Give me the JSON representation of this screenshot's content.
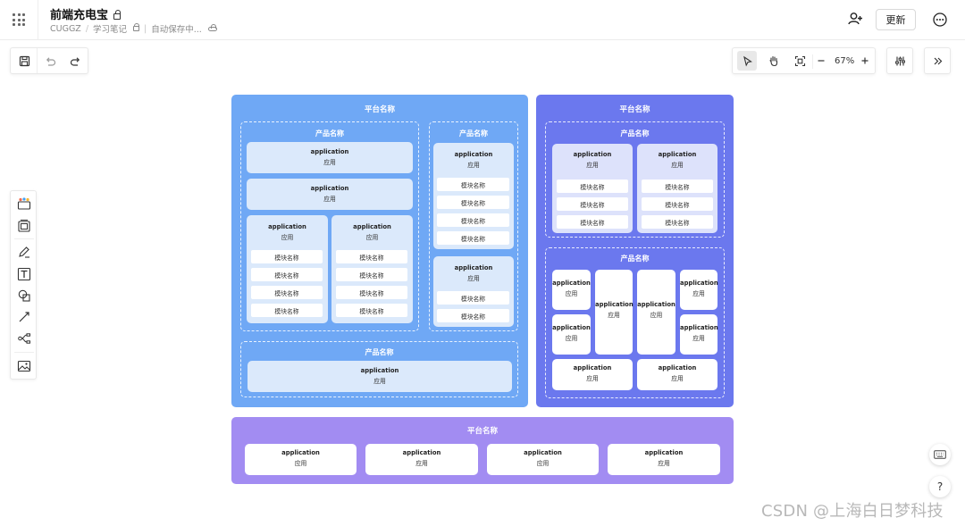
{
  "header": {
    "title": "前端充电宝",
    "breadcrumb": {
      "team": "CUGGZ",
      "folder": "学习笔记",
      "save_status": "自动保存中..."
    },
    "update_label": "更新"
  },
  "toolbar": {
    "zoom": "67%"
  },
  "canvas": {
    "platform_label": "平台名称",
    "product_label": "产品名称",
    "app_label": "application",
    "app_sub": "应用",
    "module_label": "模块名称"
  },
  "colors": {
    "blue": "#6fa8f5",
    "indigo": "#6b78ee",
    "purple": "#a28cf2",
    "app_light": "#dbe9fb"
  },
  "help_label": "?",
  "watermark": "CSDN @上海白日梦科技"
}
